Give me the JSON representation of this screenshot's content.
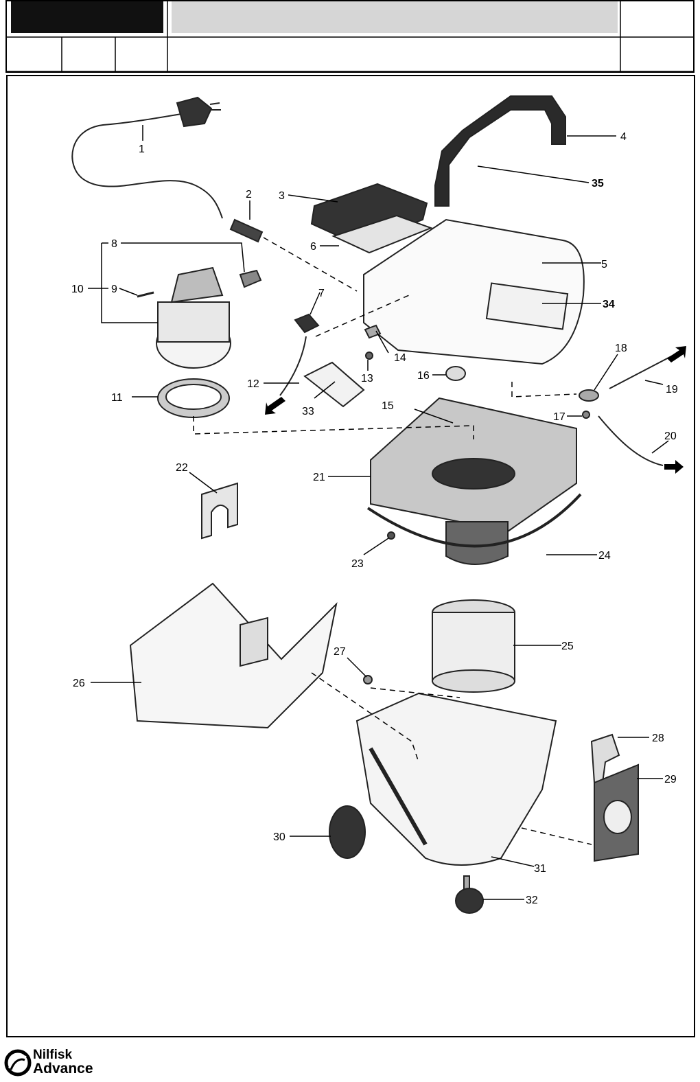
{
  "header": {
    "title_cell": "",
    "subtitle_cell": "",
    "columns": [
      "",
      "",
      "",
      "",
      ""
    ]
  },
  "diagram": {
    "callouts": [
      {
        "id": "1",
        "label": "1"
      },
      {
        "id": "2",
        "label": "2"
      },
      {
        "id": "3",
        "label": "3"
      },
      {
        "id": "4",
        "label": "4"
      },
      {
        "id": "5",
        "label": "5"
      },
      {
        "id": "6",
        "label": "6"
      },
      {
        "id": "7",
        "label": "7"
      },
      {
        "id": "8",
        "label": "8"
      },
      {
        "id": "9",
        "label": "9"
      },
      {
        "id": "10",
        "label": "10"
      },
      {
        "id": "11",
        "label": "11"
      },
      {
        "id": "12",
        "label": "12"
      },
      {
        "id": "13",
        "label": "13"
      },
      {
        "id": "14",
        "label": "14"
      },
      {
        "id": "15",
        "label": "15"
      },
      {
        "id": "16",
        "label": "16"
      },
      {
        "id": "17",
        "label": "17"
      },
      {
        "id": "18",
        "label": "18"
      },
      {
        "id": "19",
        "label": "19"
      },
      {
        "id": "20",
        "label": "20"
      },
      {
        "id": "21",
        "label": "21"
      },
      {
        "id": "22",
        "label": "22"
      },
      {
        "id": "23",
        "label": "23"
      },
      {
        "id": "24",
        "label": "24"
      },
      {
        "id": "25",
        "label": "25"
      },
      {
        "id": "26",
        "label": "26"
      },
      {
        "id": "27",
        "label": "27"
      },
      {
        "id": "28",
        "label": "28"
      },
      {
        "id": "29",
        "label": "29"
      },
      {
        "id": "30",
        "label": "30"
      },
      {
        "id": "31",
        "label": "31"
      },
      {
        "id": "32",
        "label": "32"
      },
      {
        "id": "33",
        "label": "33"
      },
      {
        "id": "34",
        "label": "34"
      },
      {
        "id": "35",
        "label": "35"
      }
    ]
  },
  "footer": {
    "brand_line1": "Nilfisk",
    "brand_line2": "Advance"
  }
}
